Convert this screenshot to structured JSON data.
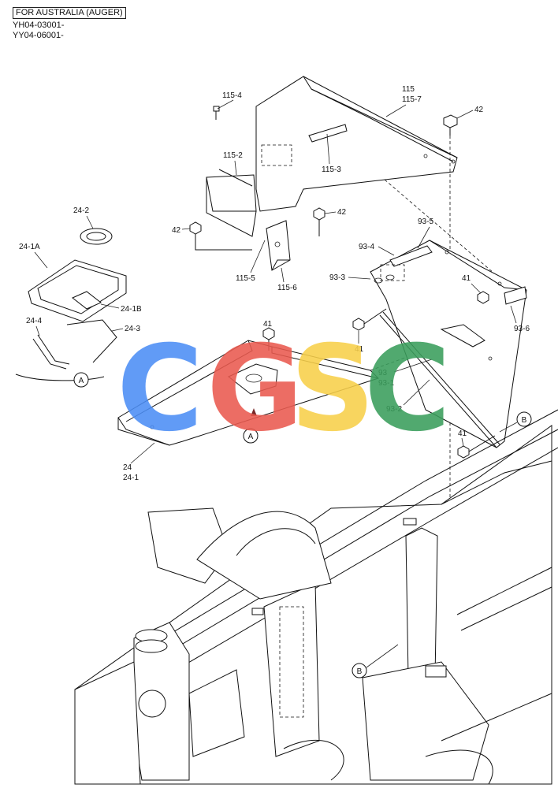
{
  "header": {
    "variant": "FOR AUSTRALIA (AUGER)",
    "serial_1": "YH04-03001-",
    "serial_2": "YY04-06001-"
  },
  "callouts": {
    "p115_4": "115-4",
    "p115": "115",
    "p115_7": "115-7",
    "p42_top": "42",
    "p115_2": "115-2",
    "p115_3": "115-3",
    "p42_mid": "42",
    "p42_left": "42",
    "p115_5": "115-5",
    "p115_6": "115-6",
    "p24_2": "24-2",
    "p24_1a": "24-1A",
    "p24_1b": "24-1B",
    "p24_4": "24-4",
    "p24_3": "24-3",
    "p93_5": "93-5",
    "p93_4": "93-4",
    "p93_3": "93-3",
    "p41_a": "41",
    "p93_6": "93-6",
    "p41_b": "41",
    "p41_c": "41",
    "p93": "93",
    "p93_1": "93-1",
    "p93_2": "93-2",
    "p24": "24",
    "p24_1": "24-1",
    "p41_d": "41",
    "ref_a1": "A",
    "ref_a2": "A",
    "ref_b1": "B",
    "ref_b2": "B"
  },
  "watermark": {
    "letters": [
      "C",
      "G",
      "S",
      "C"
    ],
    "colors": [
      "#4c8ef5",
      "#ea5a4f",
      "#f8d04a",
      "#3a9e5c"
    ]
  }
}
